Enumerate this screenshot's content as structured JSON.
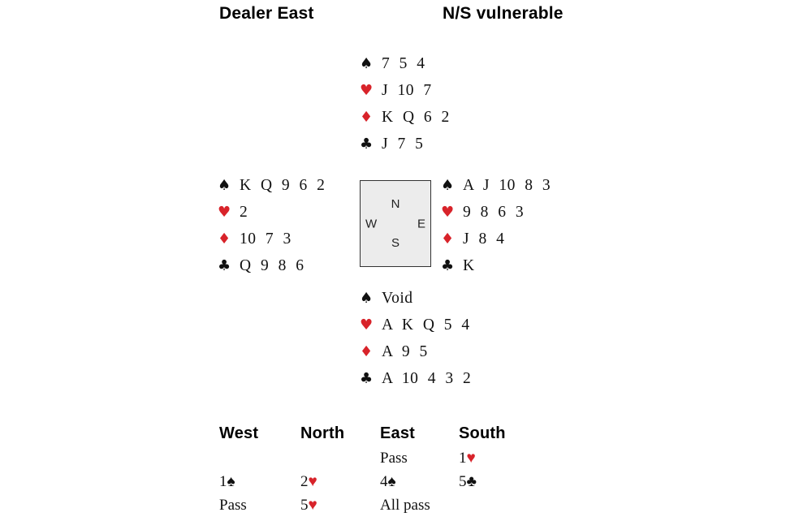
{
  "header": {
    "dealer": "Dealer East",
    "vulnerability": "N/S vulnerable"
  },
  "suits": {
    "spade": "♠",
    "heart": "♥",
    "diamond": "♦",
    "club": "♣"
  },
  "colors": {
    "suit_red": "#d8232a",
    "suit_black": "#111111",
    "compass_fill": "#ececec"
  },
  "hands": {
    "north": {
      "spades": "7 5 4",
      "hearts": "J 10 7",
      "diamonds": "K Q 6 2",
      "clubs": "J 7 5"
    },
    "west": {
      "spades": "K Q 9 6 2",
      "hearts": "2",
      "diamonds": "10 7 3",
      "clubs": "Q 9 8 6"
    },
    "east": {
      "spades": "A J 10 8 3",
      "hearts": "9 8 6 3",
      "diamonds": "J 8 4",
      "clubs": "K"
    },
    "south": {
      "spades": "Void",
      "hearts": "A K Q 5 4",
      "diamonds": "A 9 5",
      "clubs": "A 10 4 3 2"
    }
  },
  "compass": {
    "n": "N",
    "e": "E",
    "s": "S",
    "w": "W"
  },
  "auction": {
    "headers": [
      "West",
      "North",
      "East",
      "South"
    ],
    "rows": [
      [
        "",
        "",
        "Pass",
        "1♥"
      ],
      [
        "1♠",
        "2♥",
        "4♠",
        "5♣"
      ],
      [
        "Pass",
        "5♥",
        "All pass",
        ""
      ]
    ]
  }
}
